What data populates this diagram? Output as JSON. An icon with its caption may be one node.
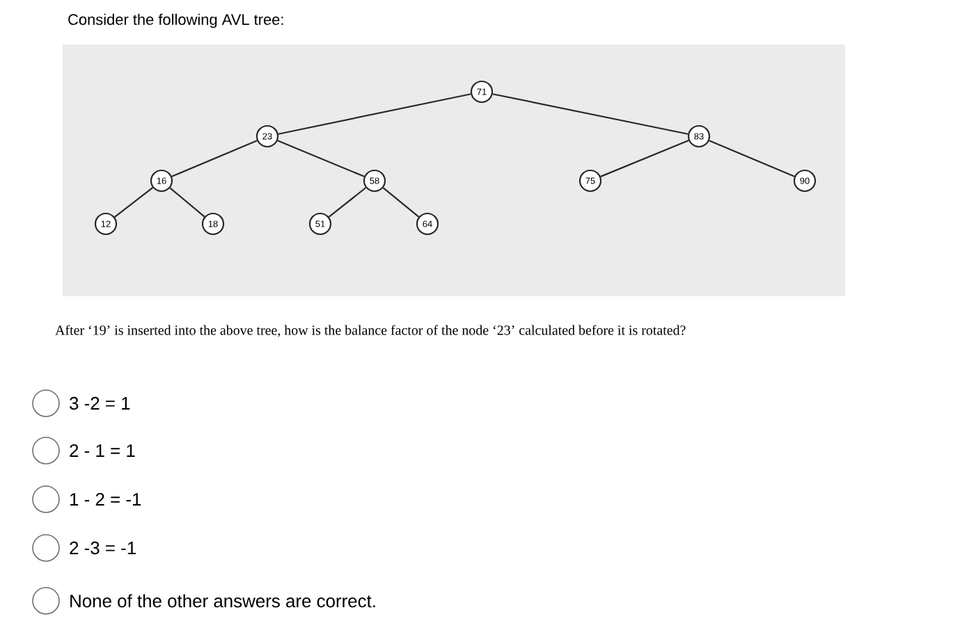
{
  "diagram": {
    "title": "Consider the following AVL tree:",
    "nodes": [
      {
        "text": [
          "71"
        ]
      },
      {
        "text": [
          "23"
        ]
      },
      {
        "text": [
          "83"
        ]
      },
      {
        "text": [
          "16"
        ]
      },
      {
        "text": [
          "58"
        ]
      },
      {
        "text": [
          "75"
        ]
      },
      {
        "text": [
          "90"
        ]
      },
      {
        "text": [
          "12"
        ]
      },
      {
        "text": [
          "18"
        ]
      },
      {
        "text": [
          "51"
        ]
      },
      {
        "text": [
          "64"
        ]
      }
    ],
    "edges": [
      {
        "from": 0,
        "to": 1,
        "arrow": "none"
      },
      {
        "from": 0,
        "to": 2,
        "arrow": "none"
      },
      {
        "from": 1,
        "to": 3,
        "arrow": "none"
      },
      {
        "from": 1,
        "to": 4,
        "arrow": "none"
      },
      {
        "from": 2,
        "to": 5,
        "arrow": "none"
      },
      {
        "from": 2,
        "to": 6,
        "arrow": "none"
      },
      {
        "from": 3,
        "to": 7,
        "arrow": "none"
      },
      {
        "from": 3,
        "to": 8,
        "arrow": "none"
      },
      {
        "from": 4,
        "to": 9,
        "arrow": "none"
      },
      {
        "from": 4,
        "to": 10,
        "arrow": "none"
      }
    ],
    "labels": [
      "After ‘19’ is inserted into the above tree, how is the balance factor of the node ‘23’ calculated before it is rotated?",
      "3 -2 = 1",
      "2 - 1 = 1",
      "1 - 2 = -1",
      "2 -3 = -1",
      "None of the other answers are correct."
    ]
  }
}
